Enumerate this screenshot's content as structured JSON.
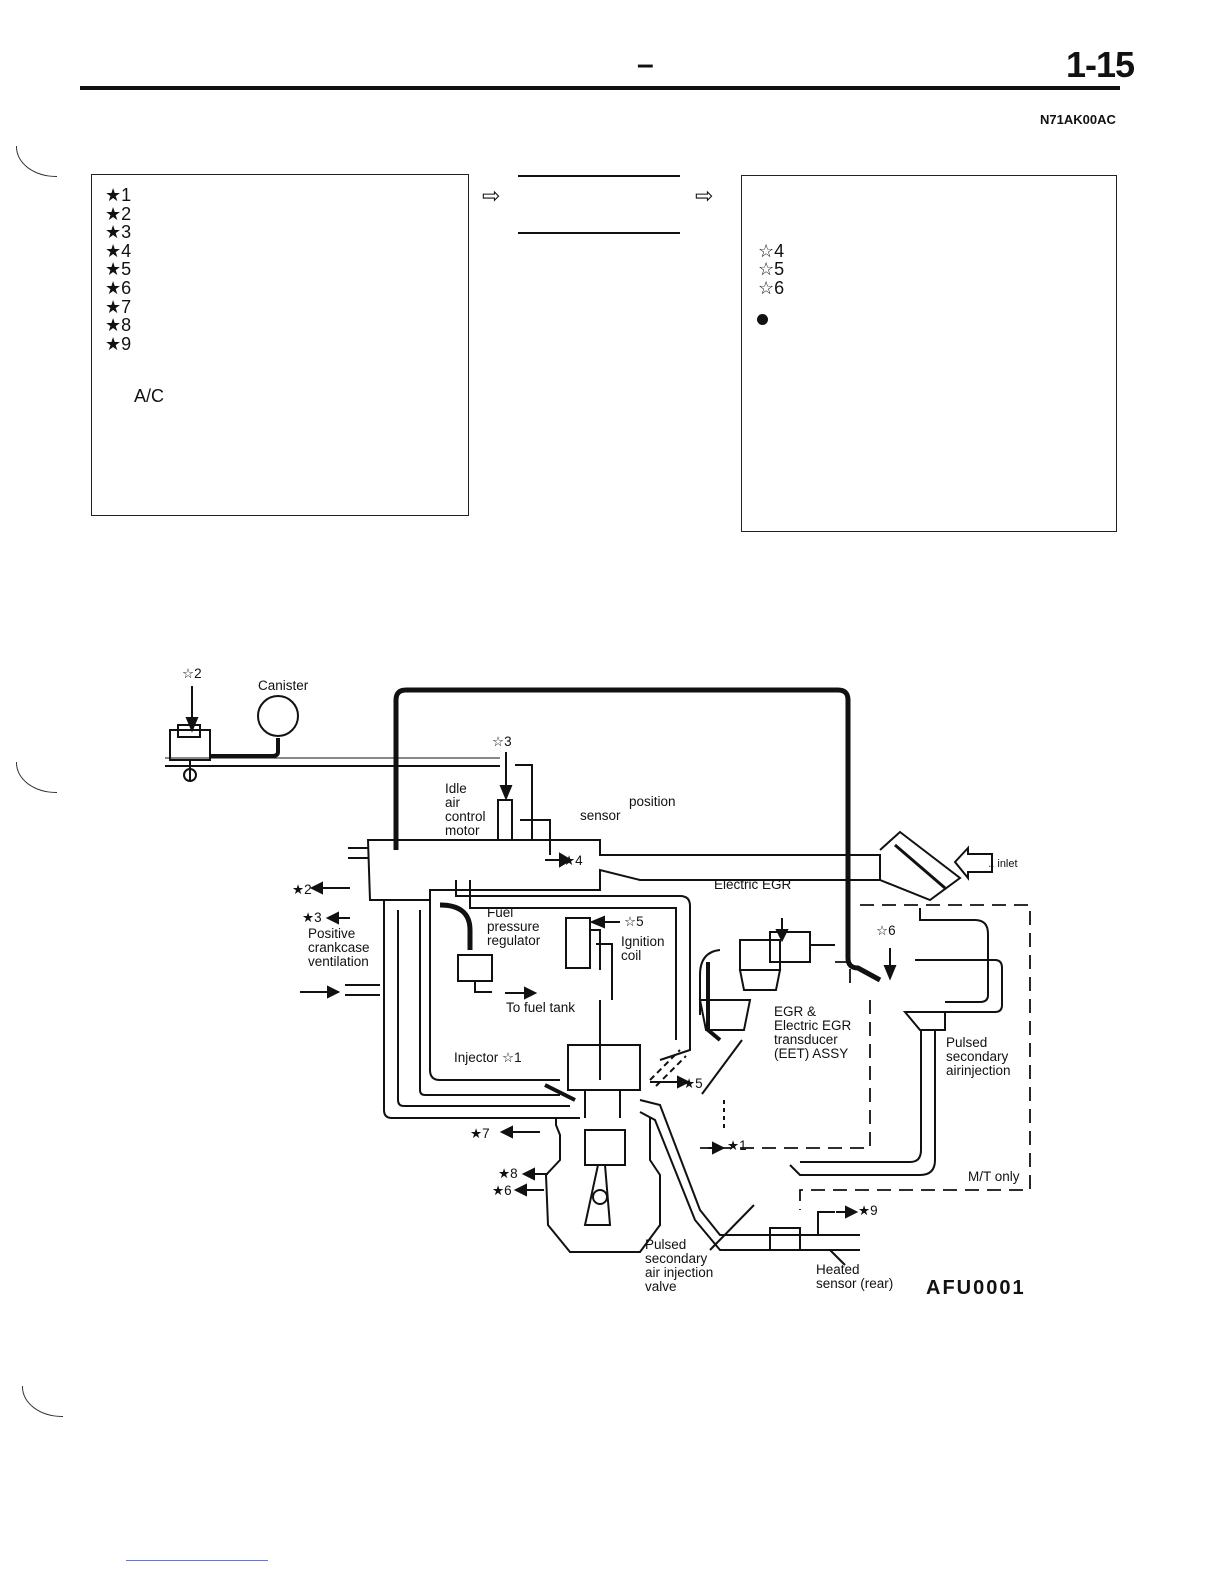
{
  "header": {
    "dash": "–",
    "page_number": "1-15",
    "doc_code": "N71AK00AC"
  },
  "left_box": {
    "items": [
      "★1",
      "★2",
      "★3",
      "★4",
      "★5",
      "★6",
      "★7",
      "★8",
      "★9"
    ],
    "ac_label": "A/C"
  },
  "flow_arrow": "⇨",
  "right_box": {
    "items": [
      "☆4",
      "☆5",
      "☆6"
    ]
  },
  "diagram": {
    "canister": "Canister",
    "star2_top": "☆2",
    "star3_top": "☆3",
    "idle_air": [
      "Idle",
      "air",
      "control",
      "motor"
    ],
    "position": "position",
    "sensor": "sensor",
    "star4": "★4",
    "air_inlet": " .. inlet",
    "electric_egr": "Electric EGR",
    "star2_left": "★2",
    "star3_left": "★3",
    "pcv": [
      "Positive",
      "crankcase",
      "ventilation"
    ],
    "fuel_reg": [
      "Fuel",
      "pressure",
      "regulator"
    ],
    "star5_coil": "☆5",
    "ignition": [
      "Ignition",
      "coil"
    ],
    "star6_top": "☆6",
    "to_fuel_tank": "To fuel tank",
    "eet": [
      "EGR &",
      "Electric EGR",
      "transducer",
      "(EET) ASSY"
    ],
    "pulsed_right": [
      "Pulsed",
      "secondary",
      "airinjection"
    ],
    "injector": "Injector ☆1",
    "star5_right": "★5",
    "star1_right": "★1",
    "star7": "★7",
    "star8": "★8",
    "star6_bottom": "★6",
    "mt_only": "M/T only",
    "star9": "★9",
    "pulsed_valve": [
      "Pulsed",
      "secondary",
      "air injection",
      "valve"
    ],
    "heated": [
      "Heated",
      "sensor (rear)"
    ],
    "fig_code": "AFU0001"
  }
}
